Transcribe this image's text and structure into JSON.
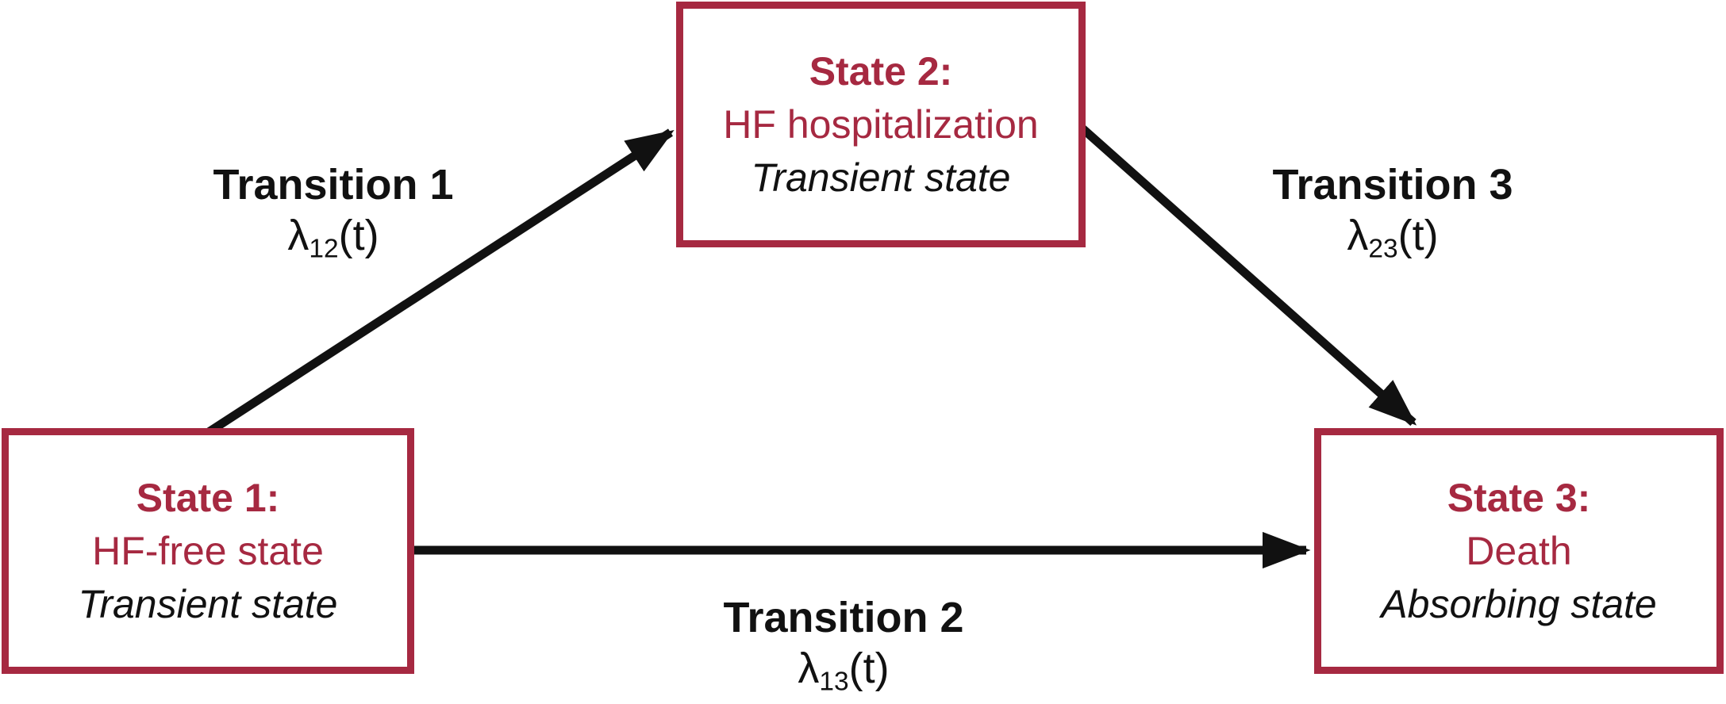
{
  "colors": {
    "accent": "#A62941",
    "ink": "#111111",
    "background": "#FFFFFF"
  },
  "diagram": {
    "type": "state-transition-diagram",
    "states": [
      {
        "id": "state-1",
        "title": "State 1:",
        "name": "HF-free state",
        "type": "Transient state"
      },
      {
        "id": "state-2",
        "title": "State 2:",
        "name": "HF hospitalization",
        "type": "Transient state"
      },
      {
        "id": "state-3",
        "title": "State 3:",
        "name": "Death",
        "type": "Absorbing state"
      }
    ],
    "transitions": [
      {
        "id": "transition-1",
        "label": "Transition 1",
        "rate_symbol": "λ",
        "rate_subscript": "12",
        "rate_suffix": "(t)",
        "from": "state-1",
        "to": "state-2"
      },
      {
        "id": "transition-2",
        "label": "Transition 2",
        "rate_symbol": "λ",
        "rate_subscript": "13",
        "rate_suffix": "(t)",
        "from": "state-1",
        "to": "state-3"
      },
      {
        "id": "transition-3",
        "label": "Transition 3",
        "rate_symbol": "λ",
        "rate_subscript": "23",
        "rate_suffix": "(t)",
        "from": "state-2",
        "to": "state-3"
      }
    ]
  }
}
